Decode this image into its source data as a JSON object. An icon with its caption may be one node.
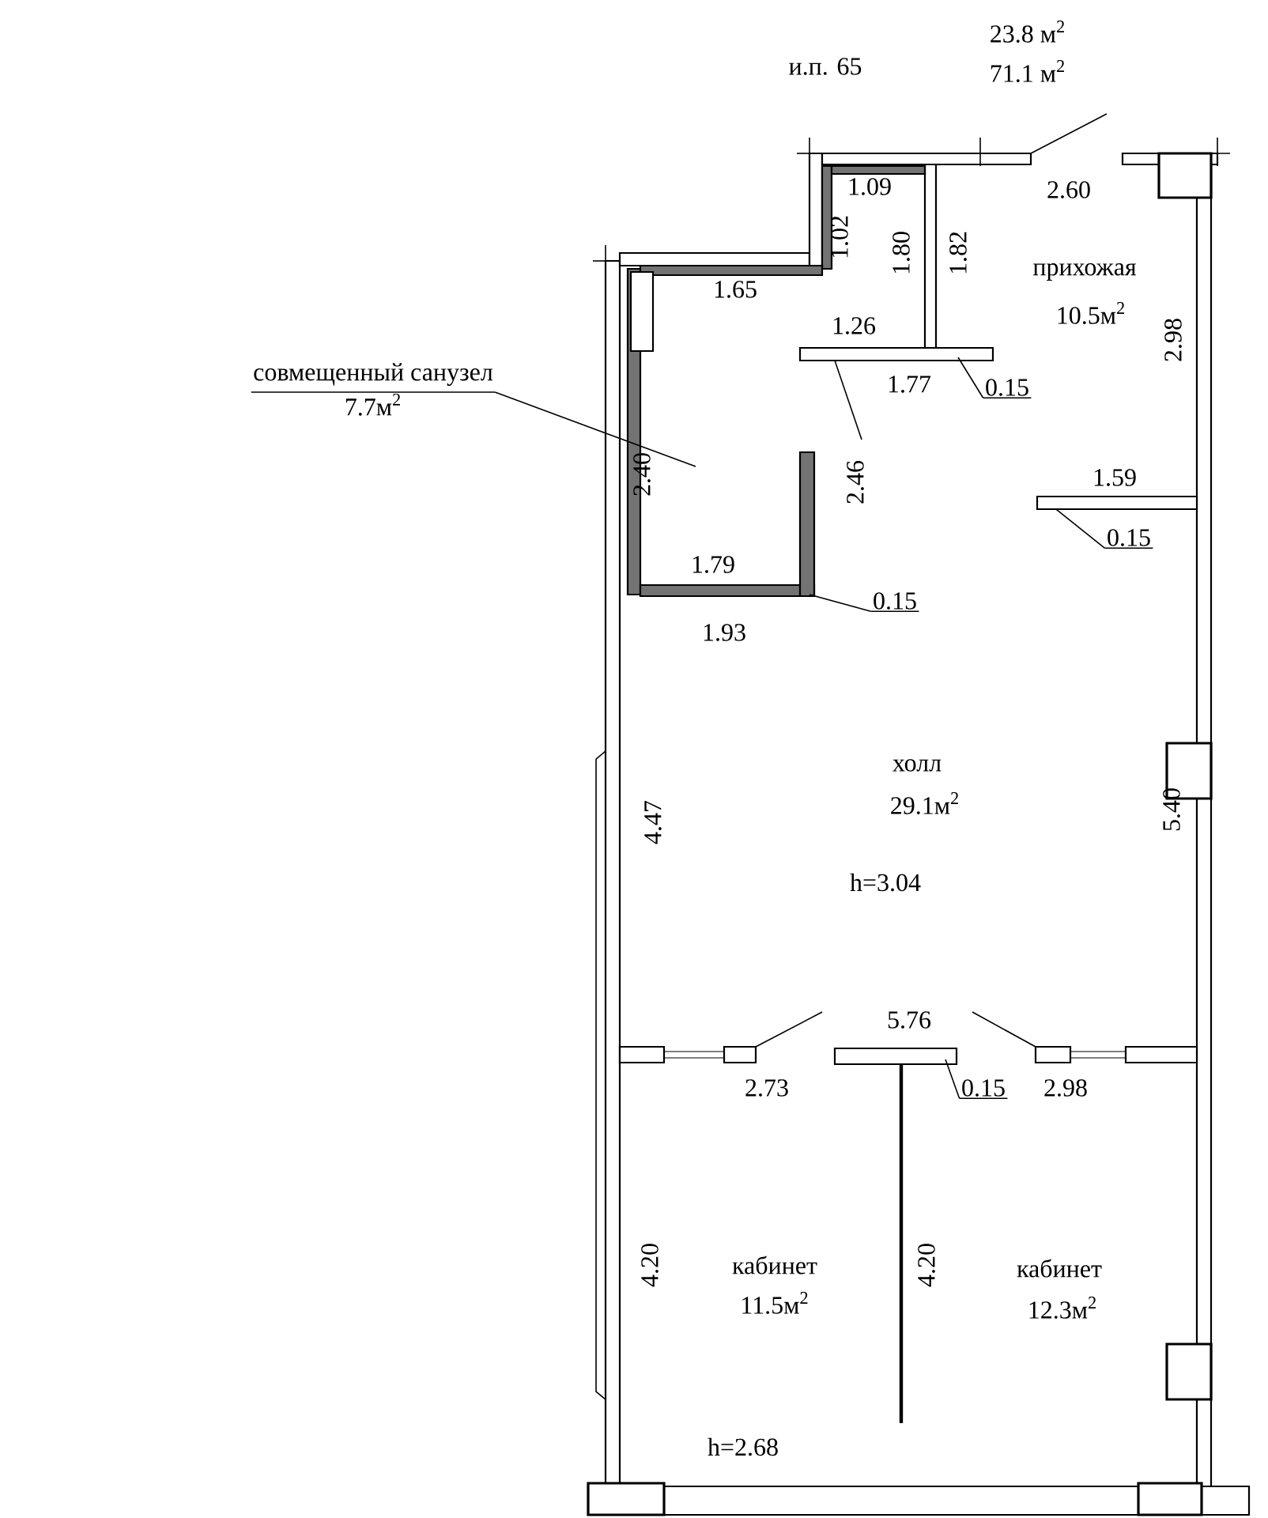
{
  "diagram": {
    "nodes": [
      {
        "text": [
          "совмещенный санузел",
          "7.7м$^{2}$"
        ]
      },
      {
        "text": [
          "0.15"
        ]
      },
      {
        "text": [
          "0.15"
        ]
      },
      {
        "text": [
          "0.15"
        ]
      },
      {
        "text": [
          "0.15"
        ]
      }
    ],
    "edges": [
      {
        "from": 0,
        "to": null,
        "arrow": "none"
      },
      {
        "from": 1,
        "to": null,
        "arrow": "none"
      },
      {
        "from": 2,
        "to": null,
        "arrow": "none"
      },
      {
        "from": 3,
        "to": null,
        "arrow": "none"
      },
      {
        "from": 4,
        "to": null,
        "arrow": "none"
      }
    ],
    "labels": [
      "и.п. 65",
      "23.8 м$^{2}$",
      "71.1 м$^{2}$",
      "1.09",
      "2.60",
      "1.02",
      "1.80",
      "1.82",
      "1.65",
      "прихожая",
      "10.5м$^{2}$",
      "1.26",
      "1.77",
      "2.98",
      "2.40",
      "2.46",
      "1.59",
      "1.79",
      "1.93",
      "холл",
      "29.1м$^{2}$",
      "4.47",
      "5.40",
      "h=3.04",
      "5.76",
      "2.73",
      "2.98",
      "4.20",
      "кабинет",
      "11.5м$^{2}$",
      "4.20",
      "кабинет",
      "12.3м$^{2}$",
      "h=2.68"
    ]
  }
}
